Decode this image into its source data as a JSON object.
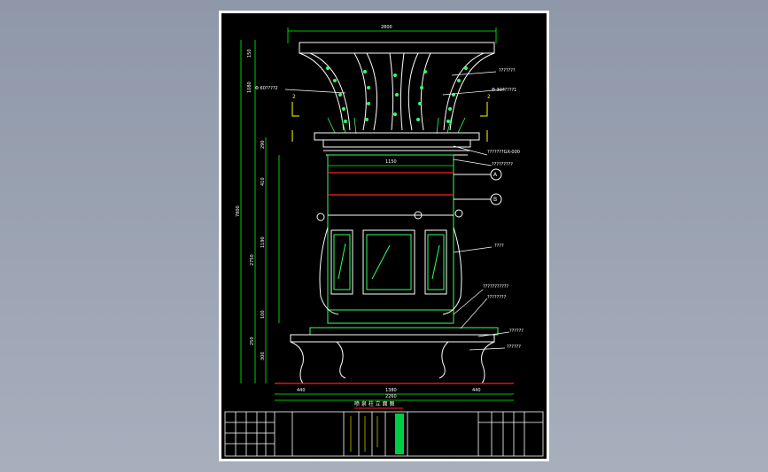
{
  "colors": {
    "background": "#000000",
    "sheet_border": "#ffffff",
    "geometry": "#ffffff",
    "dimension": "#00ff00",
    "outline": "#33ff66",
    "leader": "#ffffff",
    "accent_red": "#ff2020",
    "accent_yellow": "#ffff00",
    "title_green": "#00cc44"
  },
  "dims": {
    "top_width": "2800",
    "drum_width": "1150",
    "base_left": "440",
    "base_mid": "1380",
    "base_right": "440",
    "base_total": "2260",
    "left_v1": "150",
    "left_v2": "1080",
    "left_v3": "7800",
    "left_v4": "2750",
    "left_v5": "250",
    "left_v6": "300",
    "mid_v1": "290",
    "mid_v2": "410",
    "mid_v3": "1190",
    "mid_v4": "100"
  },
  "labels": {
    "callout_1": "???????",
    "callout_2": "Φ 30?????1",
    "callout_3": "Φ 60????2",
    "callout_4": "???????GX-000",
    "callout_5": "?????????",
    "callout_6": "????",
    "callout_7": "???????????",
    "callout_8": "????????",
    "callout_9": "??????",
    "callout_10": "??????",
    "section_a": "A",
    "section_b": "B",
    "section_num": "2",
    "title_text": "喷 泉 柱 立 面 图"
  }
}
